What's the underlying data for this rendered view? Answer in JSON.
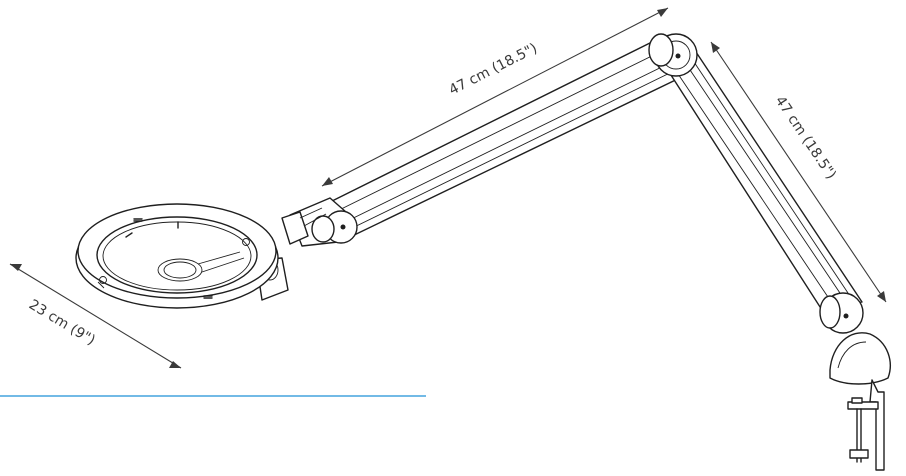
{
  "dimensions": {
    "upper_arm": "47 cm (18.5\")",
    "lower_arm": "47 cm (18.5\")",
    "head_diameter": "23 cm (9\")"
  },
  "colors": {
    "accent_rule": "#1e90d8",
    "line_art": "#1f1f1f",
    "dimension": "#3a3a3a"
  },
  "icons": {
    "product": "magnifier-lamp-line-drawing"
  }
}
